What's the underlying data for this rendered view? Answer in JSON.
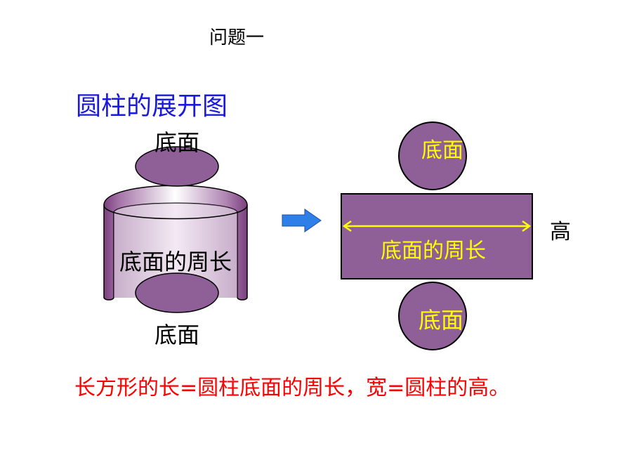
{
  "slide": {
    "question": "问题一",
    "title": "圆柱的展开图",
    "conclusion": "长方形的长=圆柱底面的周长，宽=圆柱的高。"
  },
  "cylinder": {
    "top_label": "底面",
    "side_label": "底面的周长",
    "bottom_label": "底面"
  },
  "net": {
    "top_circle_label": "底面",
    "rectangle_label": "底面的周长",
    "bottom_circle_label": "底面",
    "height_label": "高"
  },
  "colors": {
    "title": "#1a1adc",
    "conclusion": "#ff0000",
    "shape_fill": "#8f5f98",
    "net_text": "#ffff00",
    "arrow": "#2f7fe8",
    "length_arrow": "#ffff00"
  }
}
